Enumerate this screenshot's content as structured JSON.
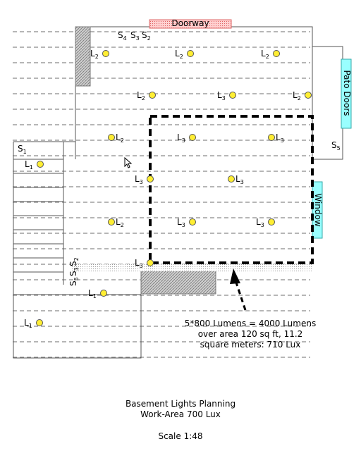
{
  "plan": {
    "doorway_label": "Doorway",
    "patio_doors_label": "Pato Doors",
    "window_label": "Window",
    "colors": {
      "light": "#ffee33",
      "label_box": "#99ffff",
      "hatch": "#999999",
      "doorway": "#ffaaaa"
    },
    "lights": [
      {
        "type": "L",
        "sub": "2"
      },
      {
        "type": "L",
        "sub": "2"
      },
      {
        "type": "L",
        "sub": "2"
      },
      {
        "type": "L",
        "sub": "2"
      },
      {
        "type": "L",
        "sub": "3"
      },
      {
        "type": "L",
        "sub": "2"
      },
      {
        "type": "L",
        "sub": "2"
      },
      {
        "type": "L",
        "sub": "3"
      },
      {
        "type": "L",
        "sub": "3"
      },
      {
        "type": "L",
        "sub": "1"
      },
      {
        "type": "L",
        "sub": "3"
      },
      {
        "type": "L",
        "sub": "3"
      },
      {
        "type": "L",
        "sub": "2"
      },
      {
        "type": "L",
        "sub": "3"
      },
      {
        "type": "L",
        "sub": "3"
      },
      {
        "type": "L",
        "sub": "3"
      },
      {
        "type": "L",
        "sub": "1"
      },
      {
        "type": "L",
        "sub": "1"
      }
    ],
    "switches": [
      {
        "type": "S",
        "sub": "4"
      },
      {
        "type": "S",
        "sub": "3"
      },
      {
        "type": "S",
        "sub": "2"
      },
      {
        "type": "S",
        "sub": "1"
      },
      {
        "type": "S",
        "sub": "5"
      },
      {
        "type": "S",
        "sub": "5"
      },
      {
        "type": "S",
        "sub": "3"
      },
      {
        "type": "S",
        "sub": "2"
      }
    ]
  },
  "annotation": {
    "line1": "5*800 Lumens = 4000 Lumens",
    "line2": "over area 120 sq ft, 11.2",
    "line3": "square meters: 710 Lux"
  },
  "title": {
    "line1": "Basement Lights Planning",
    "line2": "Work-Area 700 Lux",
    "scale": "Scale 1:48"
  }
}
